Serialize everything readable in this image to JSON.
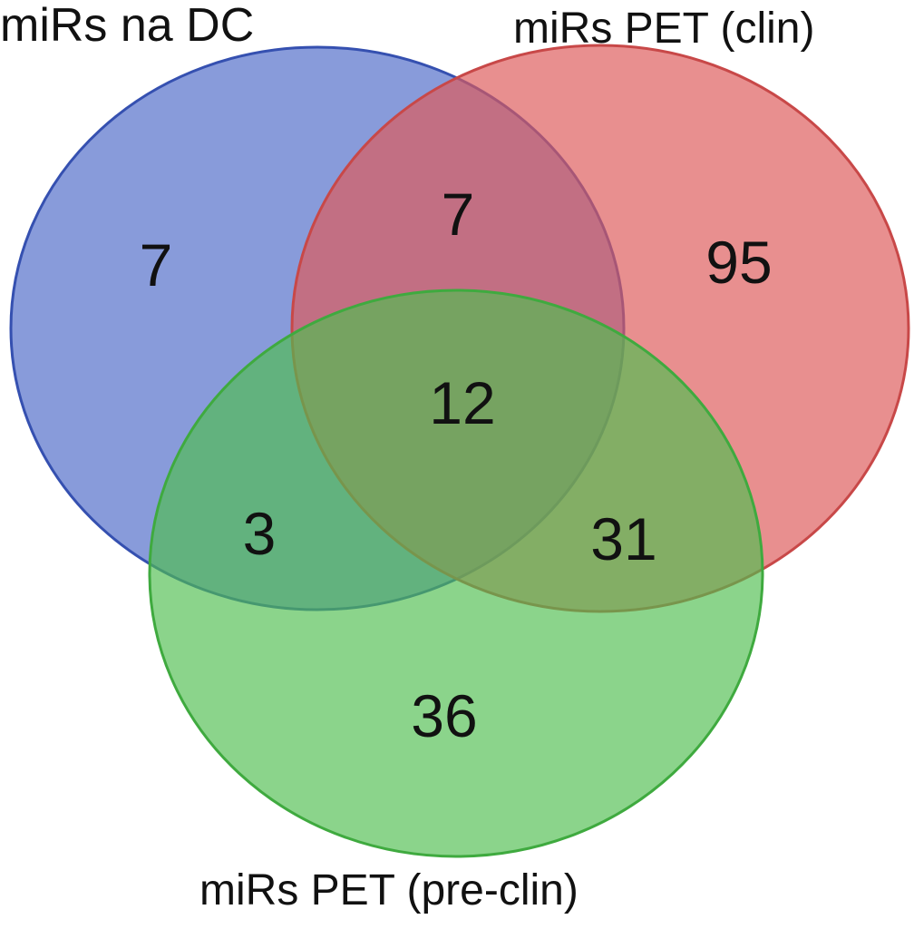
{
  "sets": {
    "dc": {
      "label": "miRs na DC",
      "color": "#5a74cc"
    },
    "clin": {
      "label": "miRs PET (clin)",
      "color": "#e06363"
    },
    "preclin": {
      "label": "miRs PET (pre-clin)",
      "color": "#55c155"
    }
  },
  "regions": {
    "dc_only": "7",
    "dc_clin": "7",
    "clin_only": "95",
    "all_three": "12",
    "dc_preclin": "3",
    "clin_preclin": "31",
    "preclin_only": "36"
  }
}
